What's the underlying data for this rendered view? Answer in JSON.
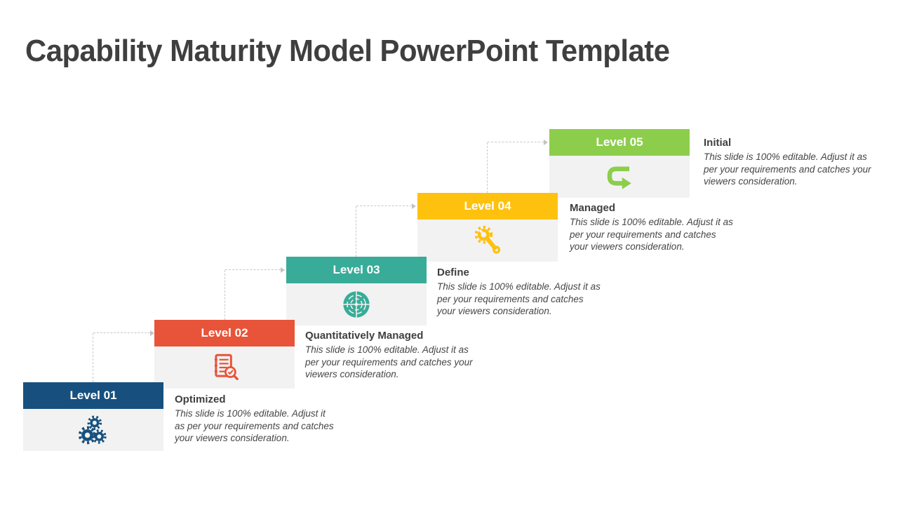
{
  "slide": {
    "title": "Capability Maturity Model PowerPoint Template"
  },
  "levels": [
    {
      "label": "Level 01",
      "name": "Optimized",
      "description": "This slide is 100% editable. Adjust it as per your requirements and catches your viewers consideration.",
      "color": "#17507E",
      "icon": "gears-icon"
    },
    {
      "label": "Level 02",
      "name": "Quantitatively Managed",
      "description": "This slide is 100% editable. Adjust it as per your requirements and catches your viewers consideration.",
      "color": "#E85439",
      "icon": "document-search-icon"
    },
    {
      "label": "Level 03",
      "name": "Define",
      "description": "This slide is 100% editable. Adjust it as per your requirements and catches your viewers consideration.",
      "color": "#38AC98",
      "icon": "target-icon"
    },
    {
      "label": "Level 04",
      "name": "Managed",
      "description": "This slide is 100% editable. Adjust it as per your requirements and catches your viewers consideration.",
      "color": "#FEC10E",
      "icon": "gear-wrench-icon"
    },
    {
      "label": "Level 05",
      "name": "Initial",
      "description": "This slide is 100% editable. Adjust it as per your requirements and catches your viewers consideration.",
      "color": "#8CCE4B",
      "icon": "u-turn-arrow-icon"
    }
  ],
  "styles": {
    "body_bg": "#F2F2F2",
    "text_color": "#3F3F3F",
    "connector_color": "#C8C8C8",
    "background": "#FFFFFF"
  }
}
